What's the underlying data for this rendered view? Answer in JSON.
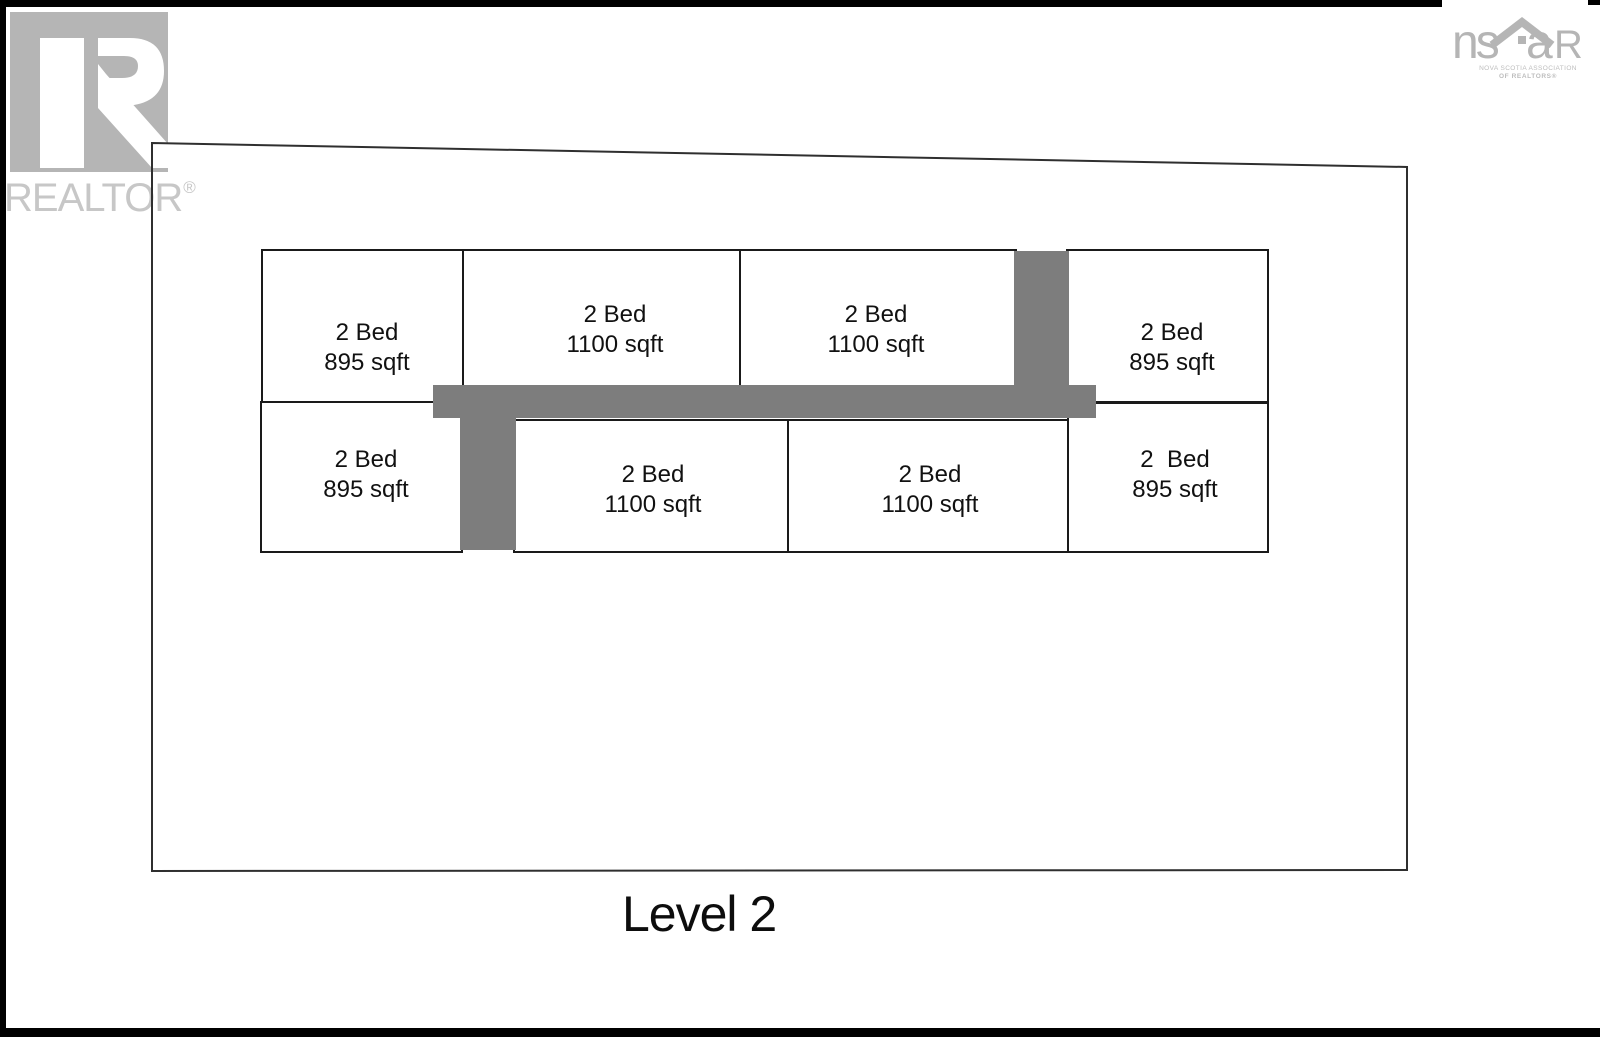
{
  "branding": {
    "realtor": {
      "word": "REALTOR",
      "reg": "®"
    },
    "nsar": {
      "ns": "ns",
      "a": "a",
      "r": "R",
      "tagline1": "NOVA SCOTIA ASSOCIATION",
      "tagline2": "OF REALTORS®"
    }
  },
  "plan": {
    "level_label": "Level 2",
    "units": [
      {
        "position": "top-1",
        "line1": "2 Bed",
        "line2": "895 sqft"
      },
      {
        "position": "top-2",
        "line1": "2 Bed",
        "line2": "1100 sqft"
      },
      {
        "position": "top-3",
        "line1": "2 Bed",
        "line2": "1100 sqft"
      },
      {
        "position": "top-4",
        "line1": "2 Bed",
        "line2": "895 sqft"
      },
      {
        "position": "bottom-1",
        "line1": "2 Bed",
        "line2": "895 sqft"
      },
      {
        "position": "bottom-2",
        "line1": "2 Bed",
        "line2": "1100 sqft"
      },
      {
        "position": "bottom-3",
        "line1": "2 Bed",
        "line2": "1100 sqft"
      },
      {
        "position": "bottom-4",
        "line1": "2  Bed",
        "line2": "895 sqft"
      }
    ]
  },
  "colors": {
    "corridor_gray": "#7d7d7d",
    "unit_line": "#1a1a1a",
    "boundary_line": "#2f2f2f",
    "watermark_gray": "#b5b5b5",
    "edge_black": "#000000"
  }
}
